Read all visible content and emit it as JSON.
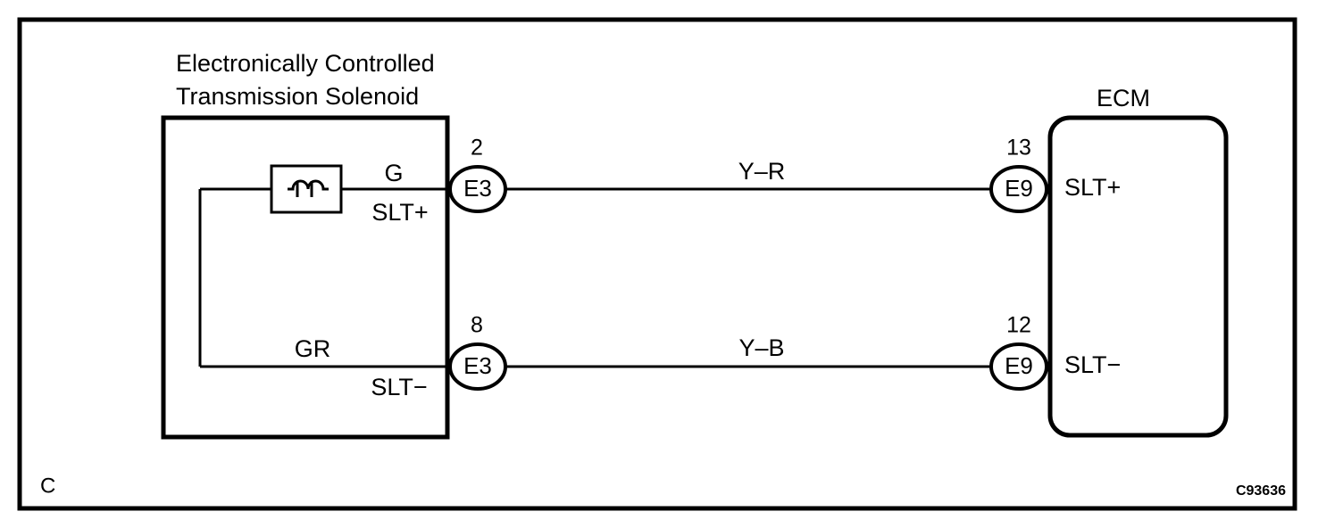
{
  "diagram": {
    "corner_marker": "C",
    "figure_code": "C93636",
    "solenoid": {
      "title_line1": "Electronically Controlled",
      "title_line2": "Transmission Solenoid",
      "coil_symbol": "inductor-coil",
      "terminals": [
        {
          "wire_color": "G",
          "signal": "SLT+",
          "pin": "2",
          "connector": "E3"
        },
        {
          "wire_color": "GR",
          "signal": "SLT−",
          "pin": "8",
          "connector": "E3"
        }
      ]
    },
    "ecm": {
      "title": "ECM",
      "terminals": [
        {
          "pin": "13",
          "connector": "E9",
          "signal": "SLT+"
        },
        {
          "pin": "12",
          "connector": "E9",
          "signal": "SLT−"
        }
      ]
    },
    "harness_wires": [
      {
        "label": "Y–R"
      },
      {
        "label": "Y–B"
      }
    ],
    "colors": {
      "line": "#000000",
      "background": "#ffffff"
    }
  }
}
